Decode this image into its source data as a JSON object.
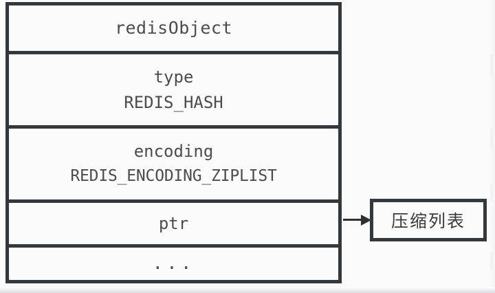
{
  "diagram": {
    "title": "redisObject with ziplist-encoded hash",
    "background_color": "#fafafa",
    "line_color": "#33383d",
    "text_color": "#4c4c4c",
    "struct": {
      "name": "redisObject",
      "rows": [
        {
          "id": "header",
          "line1": "redisObject",
          "line2": ""
        },
        {
          "id": "type",
          "line1": "type",
          "line2": "REDIS_HASH"
        },
        {
          "id": "encoding",
          "line1": "encoding",
          "line2": "REDIS_ENCODING_ZIPLIST"
        },
        {
          "id": "ptr",
          "line1": "ptr",
          "line2": ""
        },
        {
          "id": "more",
          "line1": "...",
          "line2": ""
        }
      ]
    },
    "pointer": {
      "from_field": "ptr",
      "arrow_icon": "arrow-right-icon",
      "target_label": "压缩列表"
    }
  }
}
